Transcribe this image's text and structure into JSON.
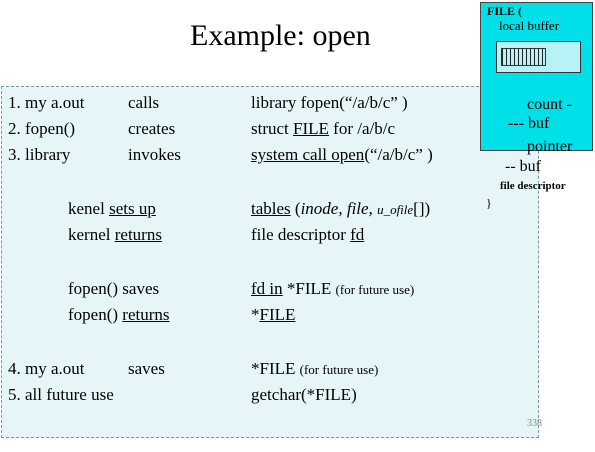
{
  "title": "Example: open",
  "rows": {
    "r1": {
      "a": "1. my a.out",
      "b": "calls",
      "c": "library  fopen(“/a/b/c”  )"
    },
    "r2": {
      "a": "2. fopen()",
      "b": "creates",
      "c1": "struct ",
      "c2": "FILE",
      "c3": " for /a/b/c"
    },
    "r3": {
      "a": "3. library",
      "b": "invokes",
      "c1": "system call open",
      "c2": "(“/a/b/c”  )"
    },
    "r4": {
      "a1": "kenel  ",
      "a2": "sets up",
      "c1": "tables",
      "c2": " (",
      "c3": "inode, file, ",
      "c4": "u_ofile",
      "c5": "[])"
    },
    "r5": {
      "a1": "kernel ",
      "a2": "returns",
      "c1": "file descriptor ",
      "c2": "fd"
    },
    "r6": {
      "a": "fopen()  saves",
      "c1": "fd   in",
      "c2": " *FILE ",
      "c3": "(for future use)"
    },
    "r7": {
      "a1": "fopen() ",
      "a2": "returns",
      "c1": "*",
      "c2": "FILE"
    },
    "r8": {
      "a": "4. my a.out",
      "b": "saves",
      "c1": "*FILE ",
      "c2": "(for future use)"
    },
    "r9": {
      "a": "5. all future use",
      "c": "getchar(*FILE)"
    }
  },
  "page_number": "338",
  "file_box": {
    "title": "FILE  (",
    "local_buffer": "local buffer",
    "count": "count -",
    "buf": "--- buf",
    "pointer": "pointer",
    "buf2": "-- buf",
    "file_descriptor": "file descriptor",
    "brace": "}"
  }
}
